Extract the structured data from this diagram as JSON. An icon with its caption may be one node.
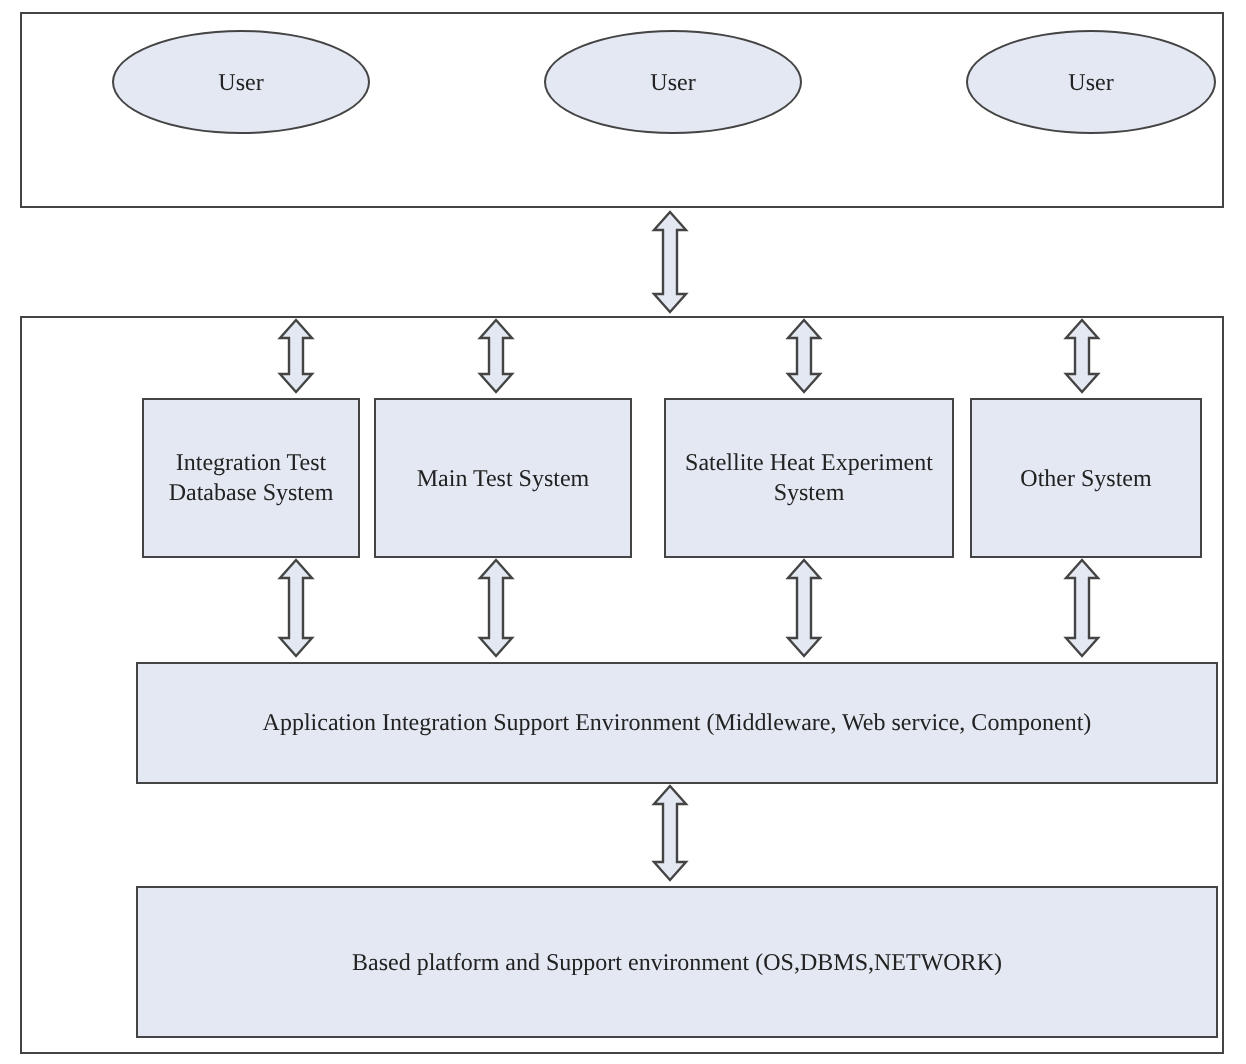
{
  "diagram": {
    "nodes": [
      {
        "text": [],
        "shape": "box"
      },
      {
        "text": [
          "User"
        ],
        "in": 0
      },
      {
        "text": [
          "User"
        ],
        "in": 0
      },
      {
        "text": [
          "User"
        ],
        "in": 0
      },
      {
        "text": [],
        "shape": "box"
      },
      {
        "text": [
          "Integration Test Database System"
        ],
        "in": 4
      },
      {
        "text": [
          "Main Test System"
        ],
        "in": 4
      },
      {
        "text": [
          "Satellite Heat Experiment System"
        ],
        "in": 4
      },
      {
        "text": [
          "Other System"
        ],
        "in": 4
      },
      {
        "text": [
          "Application Integration Support Environment (Middleware, Web service, Component)"
        ],
        "in": 4
      },
      {
        "text": [
          "Based platform and Support environment (OS,DBMS,NETWORK)"
        ],
        "in": 4
      }
    ],
    "edges": [
      {
        "from": 0,
        "to": 4,
        "arrow": "both"
      },
      {
        "from": 4,
        "to": 5,
        "arrow": "both"
      },
      {
        "from": 4,
        "to": 6,
        "arrow": "both"
      },
      {
        "from": 4,
        "to": 7,
        "arrow": "both"
      },
      {
        "from": 4,
        "to": 8,
        "arrow": "both"
      },
      {
        "from": 5,
        "to": 9,
        "arrow": "both"
      },
      {
        "from": 6,
        "to": 9,
        "arrow": "both"
      },
      {
        "from": 7,
        "to": 9,
        "arrow": "both"
      },
      {
        "from": 8,
        "to": 9,
        "arrow": "both"
      },
      {
        "from": 9,
        "to": 10,
        "arrow": "both"
      }
    ]
  }
}
